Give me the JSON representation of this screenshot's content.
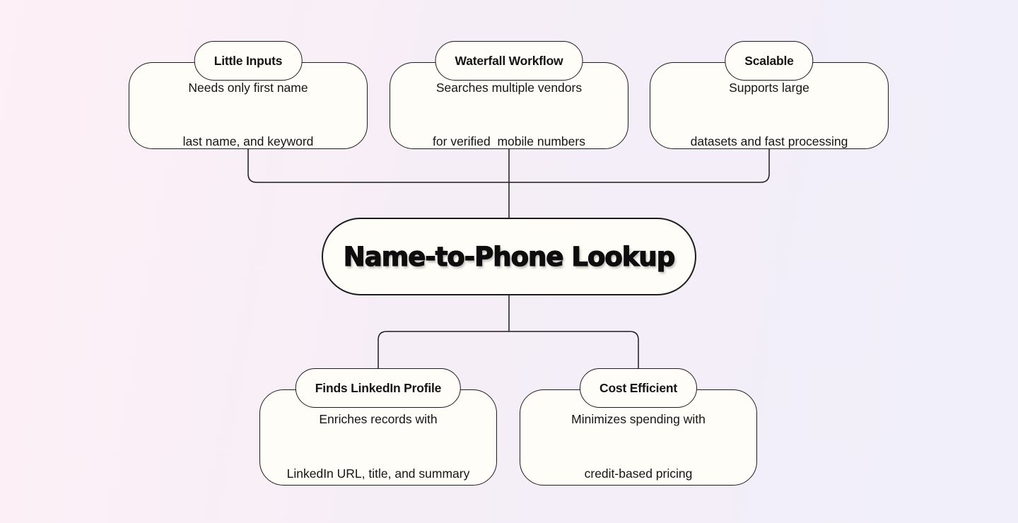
{
  "colors": {
    "background_left": "#fdf0f6",
    "background_right": "#f0effa",
    "node_fill": "#fffdf7",
    "border": "#1c1c1c",
    "text": "#141414"
  },
  "diagram": {
    "center_title": "Name-to-Phone Lookup",
    "top_nodes": [
      {
        "label": "Little Inputs",
        "line1": "Needs only first name",
        "line2": "last name, and keyword"
      },
      {
        "label": "Waterfall Workflow",
        "line1": "Searches multiple vendors",
        "line2": "for verified  mobile numbers"
      },
      {
        "label": "Scalable",
        "line1": "Supports large",
        "line2": "datasets and fast processing"
      }
    ],
    "bottom_nodes": [
      {
        "label": "Finds LinkedIn Profile",
        "line1": "Enriches records with",
        "line2": "LinkedIn URL, title, and summary"
      },
      {
        "label": "Cost Efficient",
        "line1": "Minimizes spending with",
        "line2": "credit-based pricing"
      }
    ]
  }
}
